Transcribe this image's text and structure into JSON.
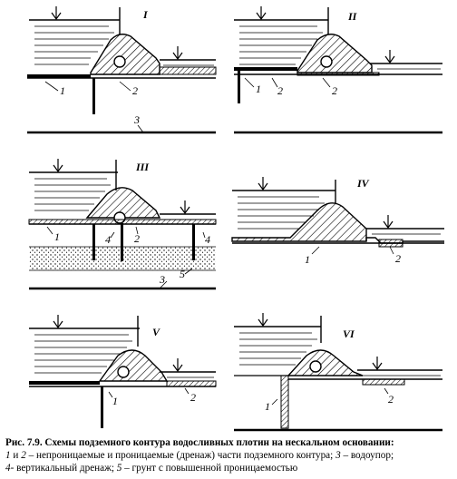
{
  "panels": [
    {
      "id": "I",
      "roman": "I",
      "labels": [
        "1",
        "2",
        "3"
      ]
    },
    {
      "id": "II",
      "roman": "II",
      "labels": [
        "1",
        "2",
        "2"
      ]
    },
    {
      "id": "III",
      "roman": "III",
      "labels": [
        "1",
        "4",
        "2",
        "4",
        "5",
        "3"
      ]
    },
    {
      "id": "IV",
      "roman": "IV",
      "labels": [
        "1",
        "2"
      ]
    },
    {
      "id": "V",
      "roman": "V",
      "labels": [
        "1",
        "2"
      ]
    },
    {
      "id": "VI",
      "roman": "VI",
      "labels": [
        "1",
        "2"
      ]
    }
  ],
  "caption": {
    "title": "Рис. 7.9. Схемы подземного контура водосливных плотин на нескальном основании:",
    "l1": "1",
    "l1_and": " и ",
    "l2": "2",
    "t1": " – непроницаемые и проницаемые (дренаж) части подземного контура; ",
    "l3": "3",
    "t3": " – водоупор;",
    "l4": "4",
    "t4": "- вертикальный дренаж; ",
    "l5": "5",
    "t5": " – грунт с повышенной проницаемостью"
  }
}
